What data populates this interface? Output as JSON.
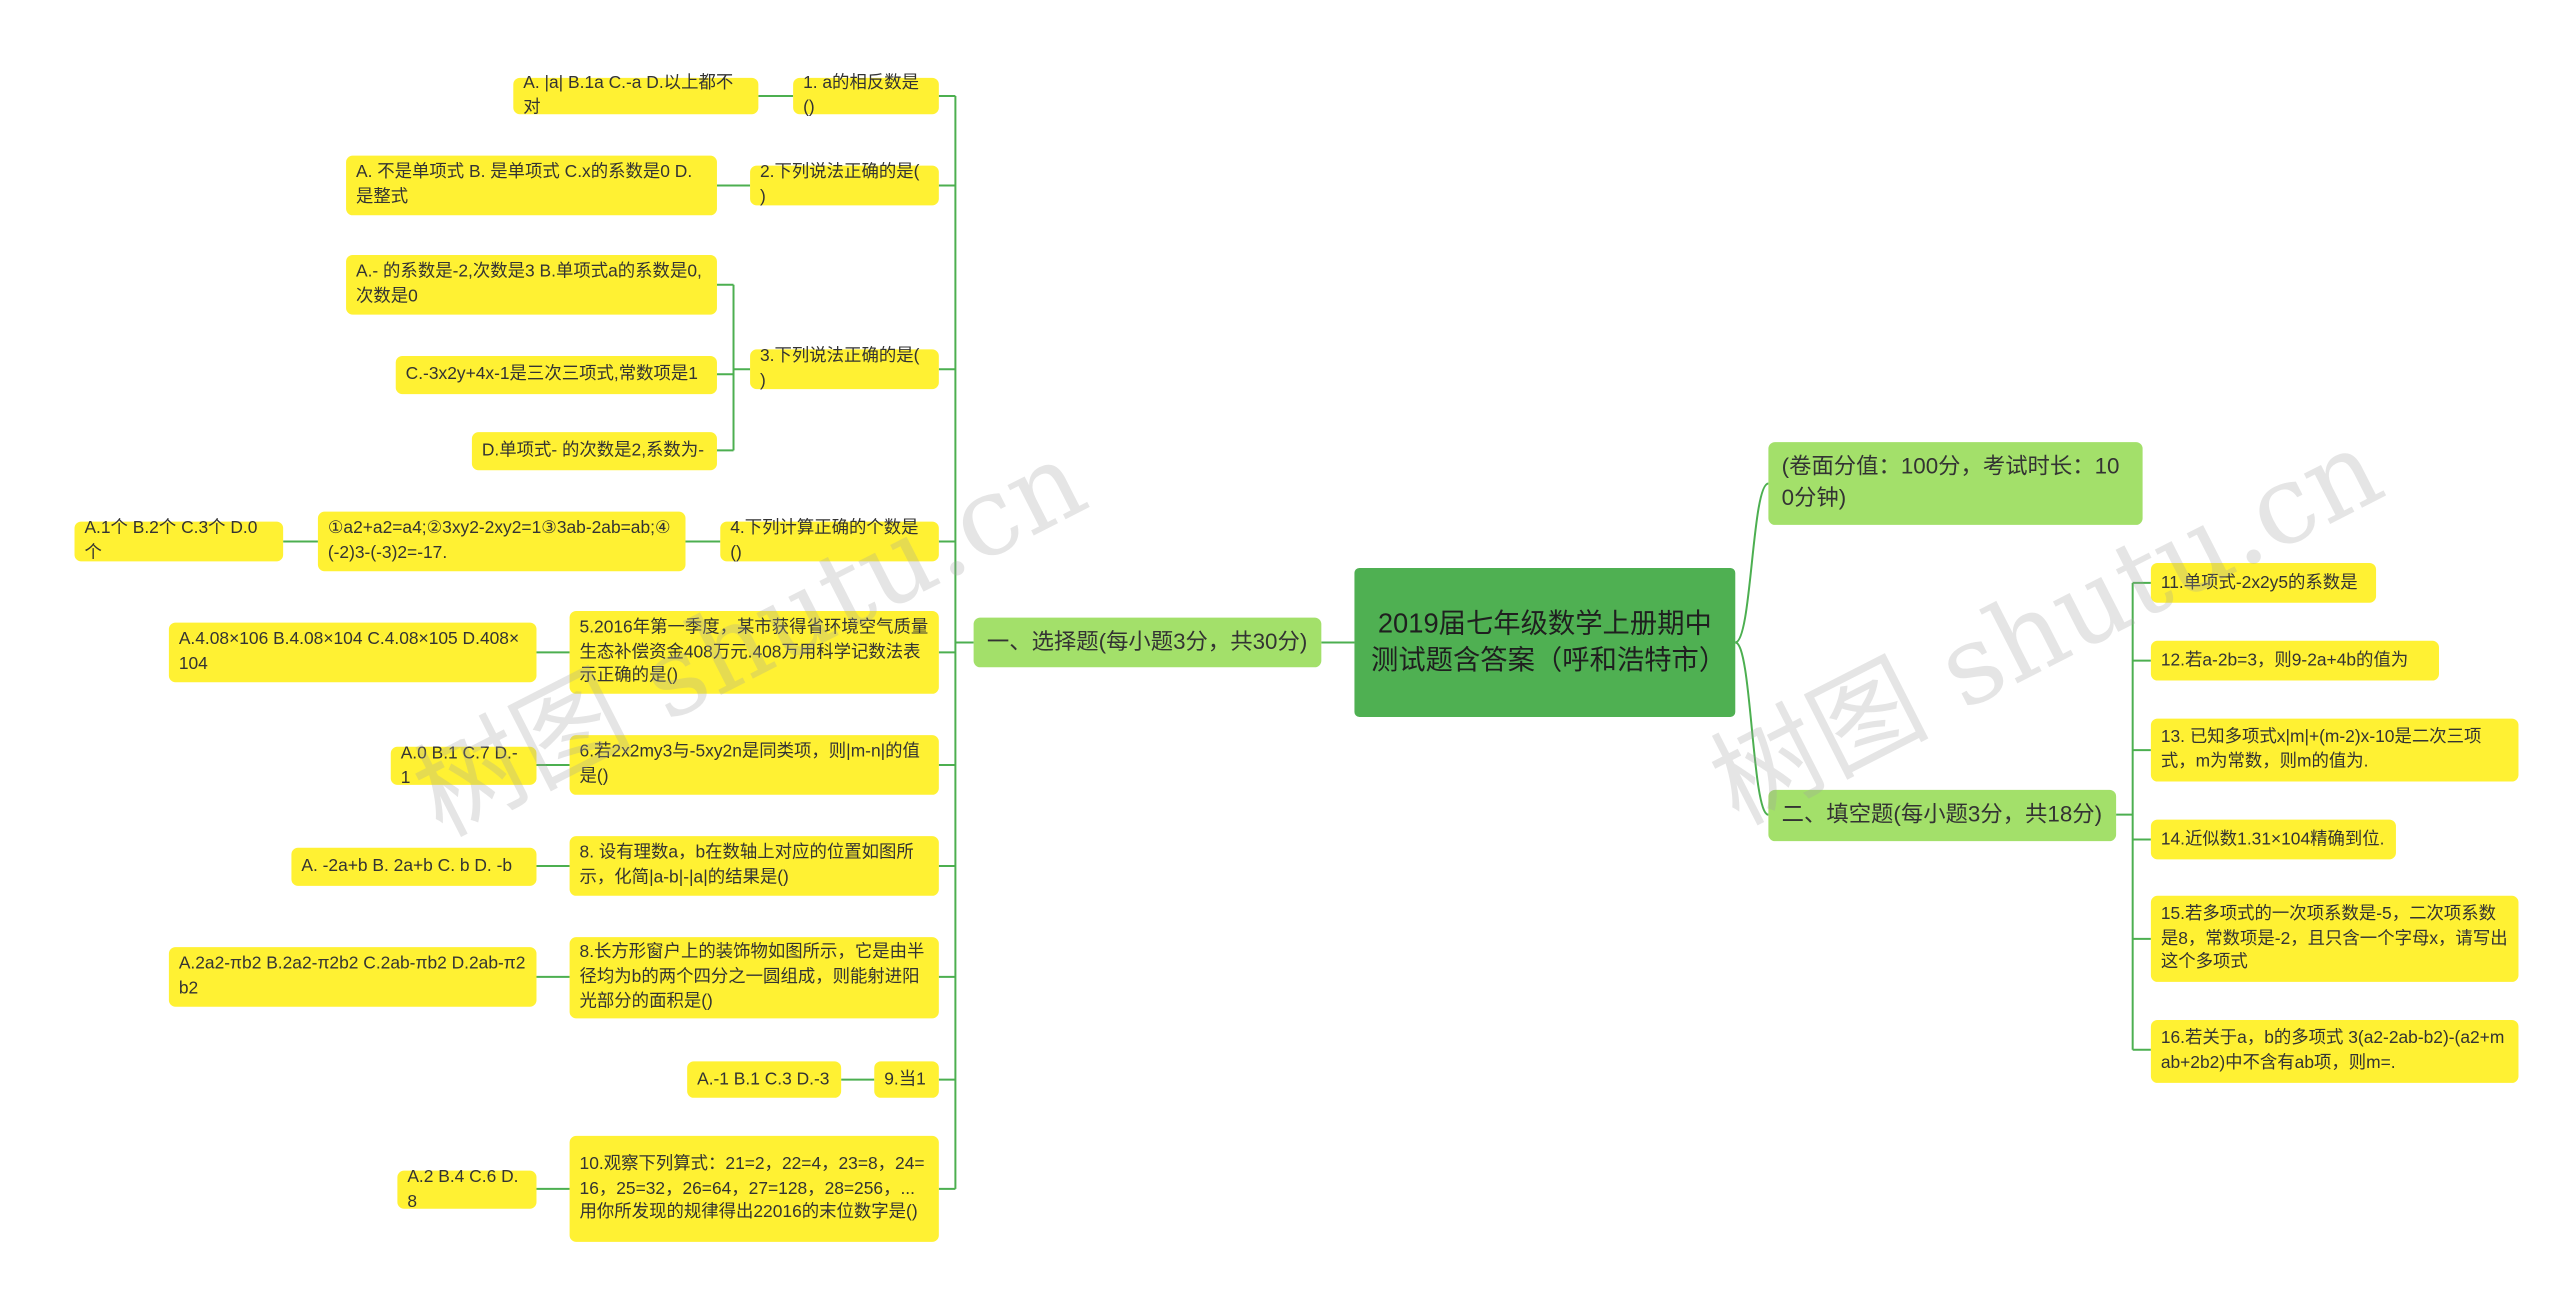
{
  "root": {
    "title": "2019届七年级数学上册期中测试题含答案（呼和浩特市）"
  },
  "branches": {
    "info": "(卷面分值：100分，考试时长：100分钟)",
    "choice": "一、选择题(每小题3分，共30分)",
    "fill": "二、填空题(每小题3分，共18分)"
  },
  "choice_questions": [
    {
      "q": "1. a的相反数是()",
      "a": [
        "A. |a| B.1a C.-a D.以上都不对"
      ]
    },
    {
      "q": "2.下列说法正确的是( )",
      "a": [
        "A. 不是单项式 B. 是单项式 C.x的系数是0 D.是整式"
      ]
    },
    {
      "q": "3.下列说法正确的是( )",
      "a": [
        "A.- 的系数是-2,次数是3 B.单项式a的系数是0,次数是0",
        "C.-3x2y+4x-1是三次三项式,常数项是1",
        "D.单项式- 的次数是2,系数为-"
      ]
    },
    {
      "q": "4.下列计算正确的个数是()",
      "a": [
        "①a2+a2=a4;②3xy2-2xy2=1③3ab-2ab=ab;④(-2)3-(-3)2=-17."
      ],
      "a2": "A.1个 B.2个 C.3个 D.0个"
    },
    {
      "q": "5.2016年第一季度，某市获得省环境空气质量生态补偿资金408万元.408万用科学记数法表示正确的是()",
      "a": [
        "A.4.08×106 B.4.08×104 C.4.08×105 D.408×104"
      ]
    },
    {
      "q": "6.若2x2my3与-5xy2n是同类项，则|m-n|的值是()",
      "a": [
        "A.0 B.1 C.7 D.-1"
      ]
    },
    {
      "q": "8. 设有理数a，b在数轴上对应的位置如图所示，化简|a-b|-|a|的结果是()",
      "a": [
        "A. -2a+b B. 2a+b C. b D. -b"
      ]
    },
    {
      "q": "8.长方形窗户上的装饰物如图所示，它是由半径均为b的两个四分之一圆组成，则能射进阳光部分的面积是()",
      "a": [
        "A.2a2-πb2 B.2a2-π2b2 C.2ab-πb2 D.2ab-π2b2"
      ]
    },
    {
      "q": "9.当1",
      "a": [
        "A.-1 B.1 C.3 D.-3"
      ]
    },
    {
      "q": "10.观察下列算式：21=2，22=4，23=8，24=16，25=32，26=64，27=128，28=256，...用你所发现的规律得出22016的末位数字是()",
      "a": [
        "A.2 B.4 C.6 D.8"
      ]
    }
  ],
  "fill_questions": [
    "11.单项式-2x2y5的系数是",
    "12.若a-2b=3，则9-2a+4b的值为",
    "13. 已知多项式x|m|+(m-2)x-10是二次三项式，m为常数，则m的值为.",
    "14.近似数1.31×104精确到位.",
    "15.若多项式的一次项系数是-5，二次项系数是8，常数项是-2，且只含一个字母x，请写出这个多项式",
    "16.若关于a，b的多项式 3(a2-2ab-b2)-(a2+mab+2b2)中不含有ab项，则m=."
  ],
  "watermark": "树图 shutu.cn",
  "colors": {
    "root": "#4fb052",
    "branch": "#a3e06a",
    "leaf": "#fff133",
    "line": "#4caf50"
  }
}
